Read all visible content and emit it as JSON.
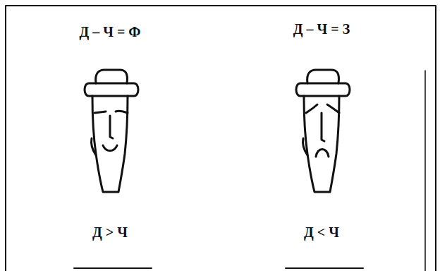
{
  "diagram": {
    "labels": [
      "Д – Ч = Ф",
      "Д – Ч = З",
      "Д > Ч",
      "Д < Ч"
    ]
  }
}
